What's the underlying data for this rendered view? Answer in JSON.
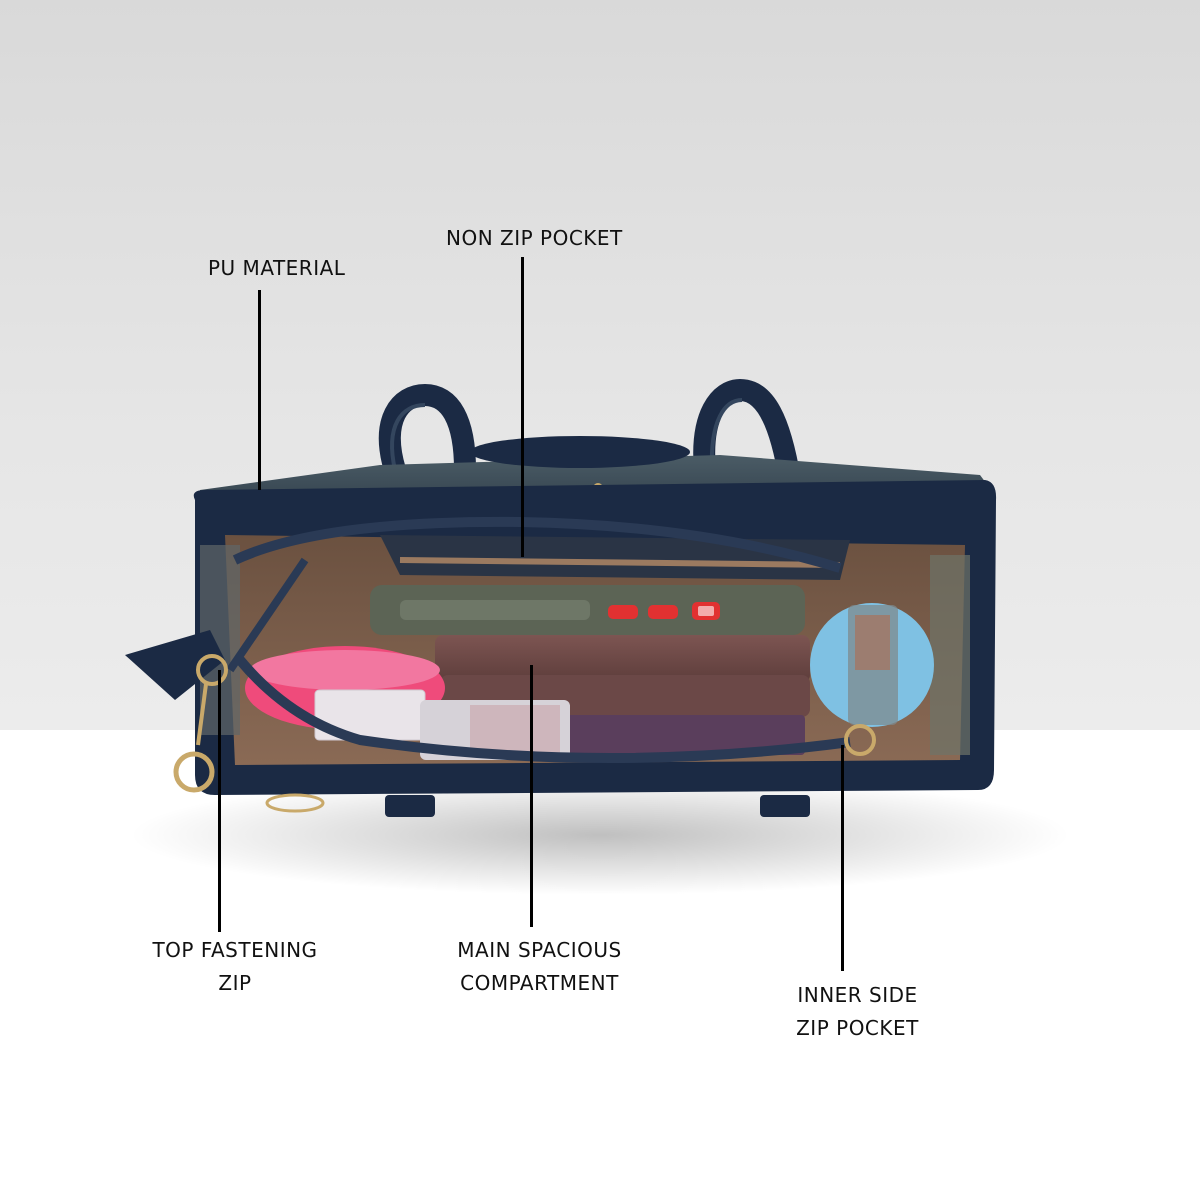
{
  "image": {
    "subject": "navy-handbag-icon",
    "background_top": "#dedede",
    "background_bottom": "#ffffff",
    "bag_color": "#1b2a44",
    "bag_top_color": "#3e4f5a"
  },
  "callouts": {
    "pu_material": {
      "lines": [
        "PU MATERIAL"
      ]
    },
    "non_zip_pocket": {
      "lines": [
        "NON ZIP POCKET"
      ]
    },
    "top_fastening_zip": {
      "lines": [
        "TOP FASTENING",
        "ZIP"
      ]
    },
    "main_compartment": {
      "lines": [
        "MAIN SPACIOUS",
        "COMPARTMENT"
      ]
    },
    "inner_side_zip_pocket": {
      "lines": [
        "INNER SIDE",
        "ZIP POCKET"
      ]
    }
  }
}
